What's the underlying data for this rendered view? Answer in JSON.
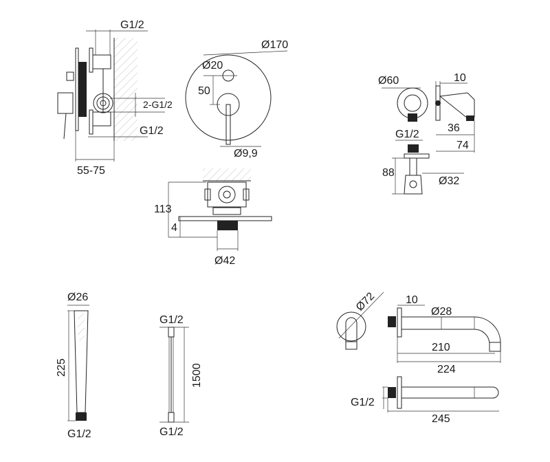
{
  "diagram": {
    "mixer_side_view": {
      "top_connection": "G1/2",
      "outlet_connections": "2-G1/2",
      "bottom_connection": "G1/2",
      "wall_depth": "55-75"
    },
    "mixer_front_view": {
      "plate_diameter": "Ø170",
      "knob_diameter": "Ø20",
      "knob_offset": "50",
      "lever_diameter": "Ø9,9"
    },
    "mixer_top_view": {
      "height": "113",
      "plate_thickness": "4",
      "sleeve_diameter": "Ø42"
    },
    "wall_outlet_holder": {
      "outlet_diameter": "Ø60",
      "plate_thickness": "10",
      "connection": "G1/2",
      "outlet_depth": "36",
      "holder_depth": "74",
      "holder_height": "88",
      "holder_diameter": "Ø32"
    },
    "hand_shower": {
      "diameter": "Ø26",
      "length": "225",
      "connection": "G1/2"
    },
    "hose": {
      "top_connection": "G1/2",
      "length": "1500",
      "bottom_connection": "G1/2"
    },
    "spout": {
      "rosette_diameter": "Ø72",
      "rosette_thickness": "10",
      "pipe_diameter": "Ø28",
      "inner_length": "210",
      "total_length": "224",
      "straight_connection": "G1/2",
      "straight_length": "245"
    }
  }
}
